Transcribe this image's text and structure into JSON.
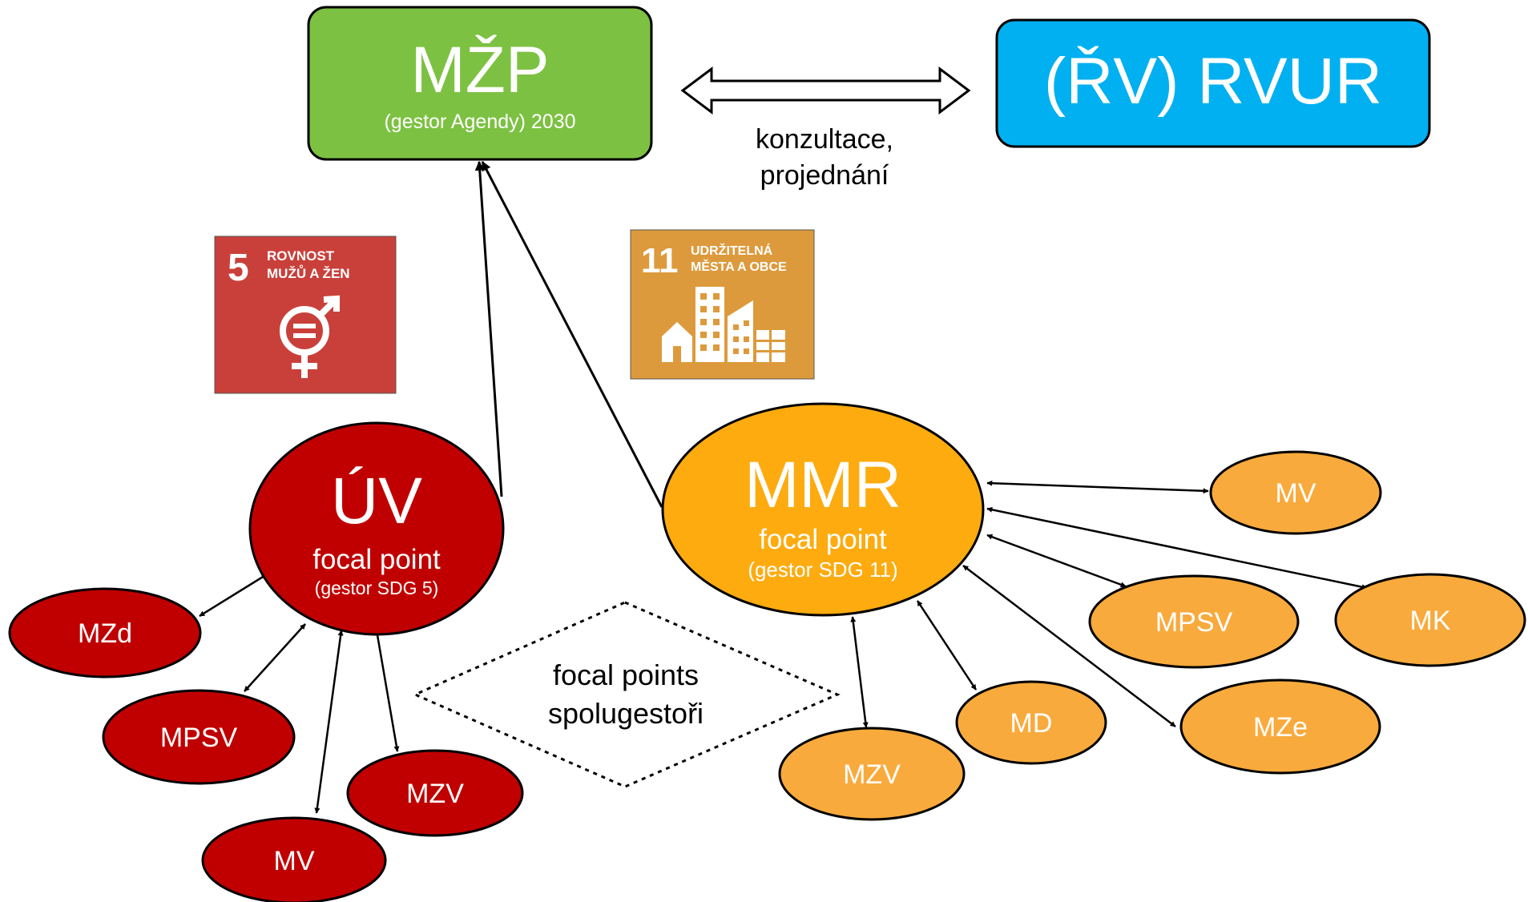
{
  "colors": {
    "mzp": "#7dc142",
    "rvur": "#00b0f0",
    "uv": "#c00000",
    "uv_children": "#c00000",
    "mmr": "#fdab0f",
    "mmr_children": "#f9aa3c",
    "sdg5": "#c9403a",
    "sdg11": "#dd9a3c"
  },
  "mzp": {
    "title": "MŽP",
    "subtitle": "(gestor Agendy) 2030"
  },
  "rvur": {
    "title": "(ŘV) RVUR"
  },
  "consultation": {
    "line1": "konzultace,",
    "line2": "projednání"
  },
  "uv": {
    "title": "ÚV",
    "line1": "focal point",
    "line2": "(gestor SDG 5)"
  },
  "mmr": {
    "title": "MMR",
    "line1": "focal point",
    "line2": "(gestor SDG 11)"
  },
  "uv_children": [
    "MZd",
    "MPSV",
    "MV",
    "MZV"
  ],
  "mmr_children": [
    "MV",
    "MK",
    "MPSV",
    "MZe",
    "MD",
    "MZV"
  ],
  "cofocal": {
    "line1": "focal points",
    "line2": "spolugestoři"
  },
  "sdg5": {
    "number": "5",
    "line1": "ROVNOST",
    "line2": "MUŽŮ A ŽEN",
    "icon": "gender-equality-icon"
  },
  "sdg11": {
    "number": "11",
    "line1": "UDRŽITELNÁ",
    "line2": "MĚSTA A OBCE",
    "icon": "city-buildings-icon"
  }
}
